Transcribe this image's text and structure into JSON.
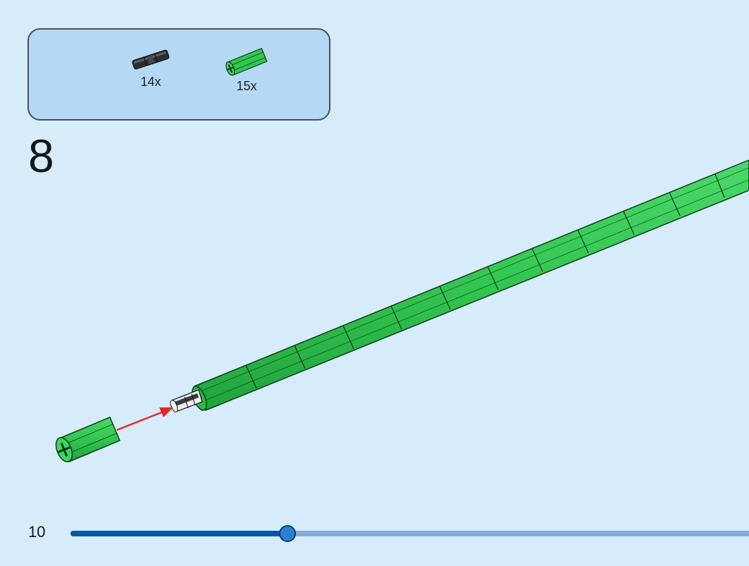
{
  "parts": [
    {
      "icon": "black-axle-connector-icon",
      "count": "14x"
    },
    {
      "icon": "green-axle-tube-icon",
      "count": "15x"
    }
  ],
  "step_number": "8",
  "page_number": "10",
  "progress": 0.32,
  "colors": {
    "background": "#d6ecfb",
    "parts_box": "#b5d8f4",
    "tube_green": "#33c551",
    "tube_outline": "#0f3a18",
    "arrow": "#e02a2a",
    "progress_fill": "#0056a8",
    "progress_track": "#86a9d8"
  }
}
